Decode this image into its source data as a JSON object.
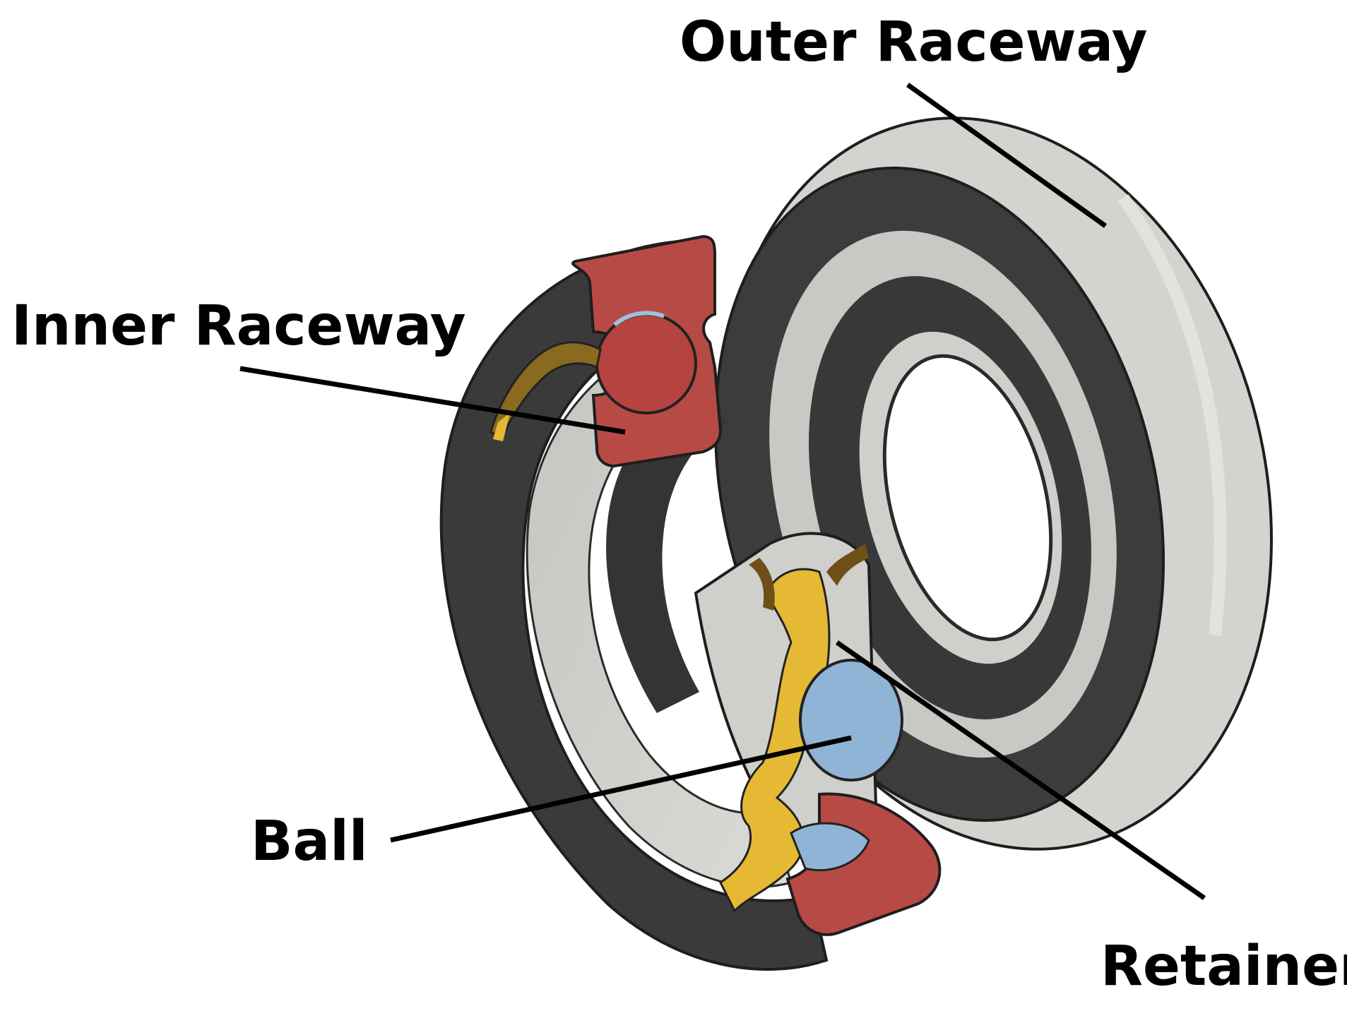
{
  "labels": {
    "outer_raceway": "Outer Raceway",
    "inner_raceway": "Inner Raceway",
    "ball": "Ball",
    "retainer": "Retainer"
  },
  "colors": {
    "ring_dark": "#3b3b3b",
    "ring_light": "#d2d2ce",
    "section_red": "#b84a46",
    "retainer_yellow": "#e6b935",
    "ball_blue": "#8fb4d6"
  }
}
